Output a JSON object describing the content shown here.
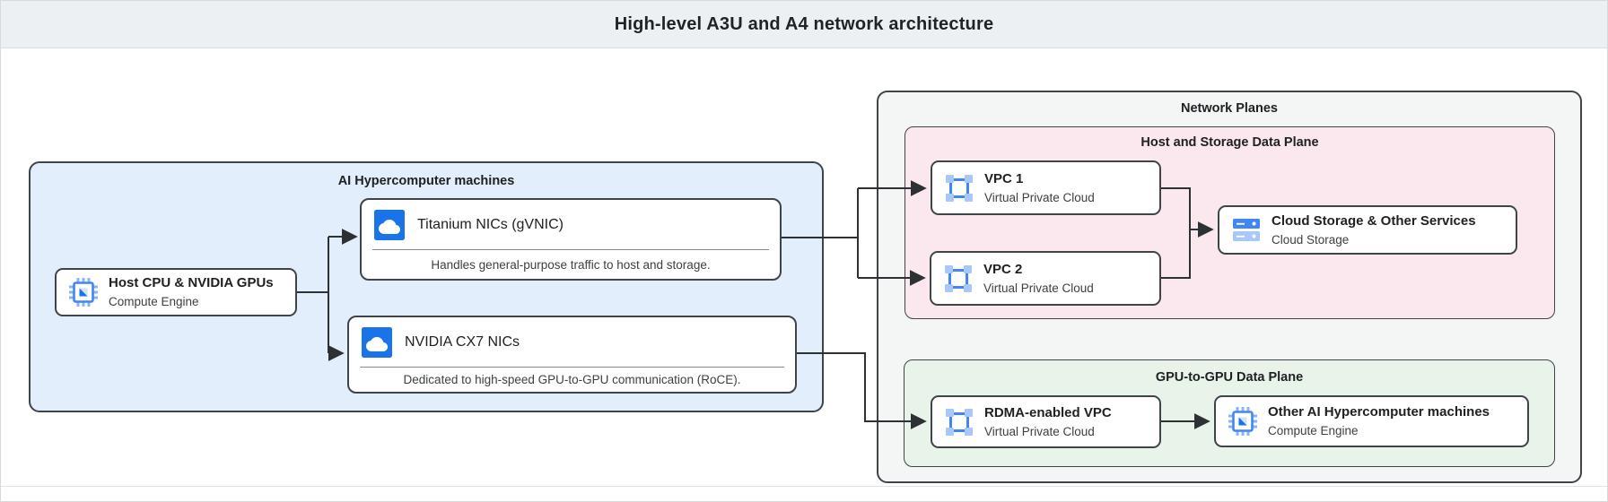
{
  "header": {
    "title": "High-level A3U and A4 network architecture"
  },
  "left_container": {
    "label": "AI Hypercomputer machines",
    "host_box": {
      "title": "Host CPU & NVIDIA GPUs",
      "subtitle": "Compute Engine",
      "icon": "compute-engine-chip-icon"
    },
    "titanium_box": {
      "title": "Titanium NICs (gVNIC)",
      "description": "Handles general-purpose traffic to host and storage.",
      "icon": "cloud-nic-icon"
    },
    "cx7_box": {
      "title": "NVIDIA CX7 NICs",
      "description": "Dedicated to high-speed GPU-to-GPU communication (RoCE).",
      "icon": "cloud-nic-icon"
    }
  },
  "network_planes": {
    "label": "Network Planes",
    "host_storage_plane": {
      "label": "Host and Storage Data Plane",
      "vpc1": {
        "title": "VPC 1",
        "subtitle": "Virtual Private Cloud",
        "icon": "vpc-icon"
      },
      "vpc2": {
        "title": "VPC 2",
        "subtitle": "Virtual Private Cloud",
        "icon": "vpc-icon"
      },
      "storage": {
        "title": "Cloud Storage & Other Services",
        "subtitle": "Cloud Storage",
        "icon": "cloud-storage-icon"
      }
    },
    "gpu_plane": {
      "label": "GPU-to-GPU Data Plane",
      "rdma": {
        "title": "RDMA-enabled VPC",
        "subtitle": "Virtual Private Cloud",
        "icon": "vpc-icon"
      },
      "other": {
        "title": "Other AI Hypercomputer machines",
        "subtitle": "Compute Engine",
        "icon": "compute-engine-chip-icon"
      }
    }
  },
  "palette": {
    "header_bg": "#edf0f2",
    "machines_fill": "#e2eefb",
    "planes_fill": "#f4f5f5",
    "host_storage_fill": "#fbe8ee",
    "gpu_plane_fill": "#e8f3ea",
    "border_dark": "#3f4449",
    "wire": "#2d3134",
    "icon_blue": "#1a73e8",
    "icon_mid_blue": "#4285f4",
    "icon_light_blue": "#a8c7fa"
  }
}
